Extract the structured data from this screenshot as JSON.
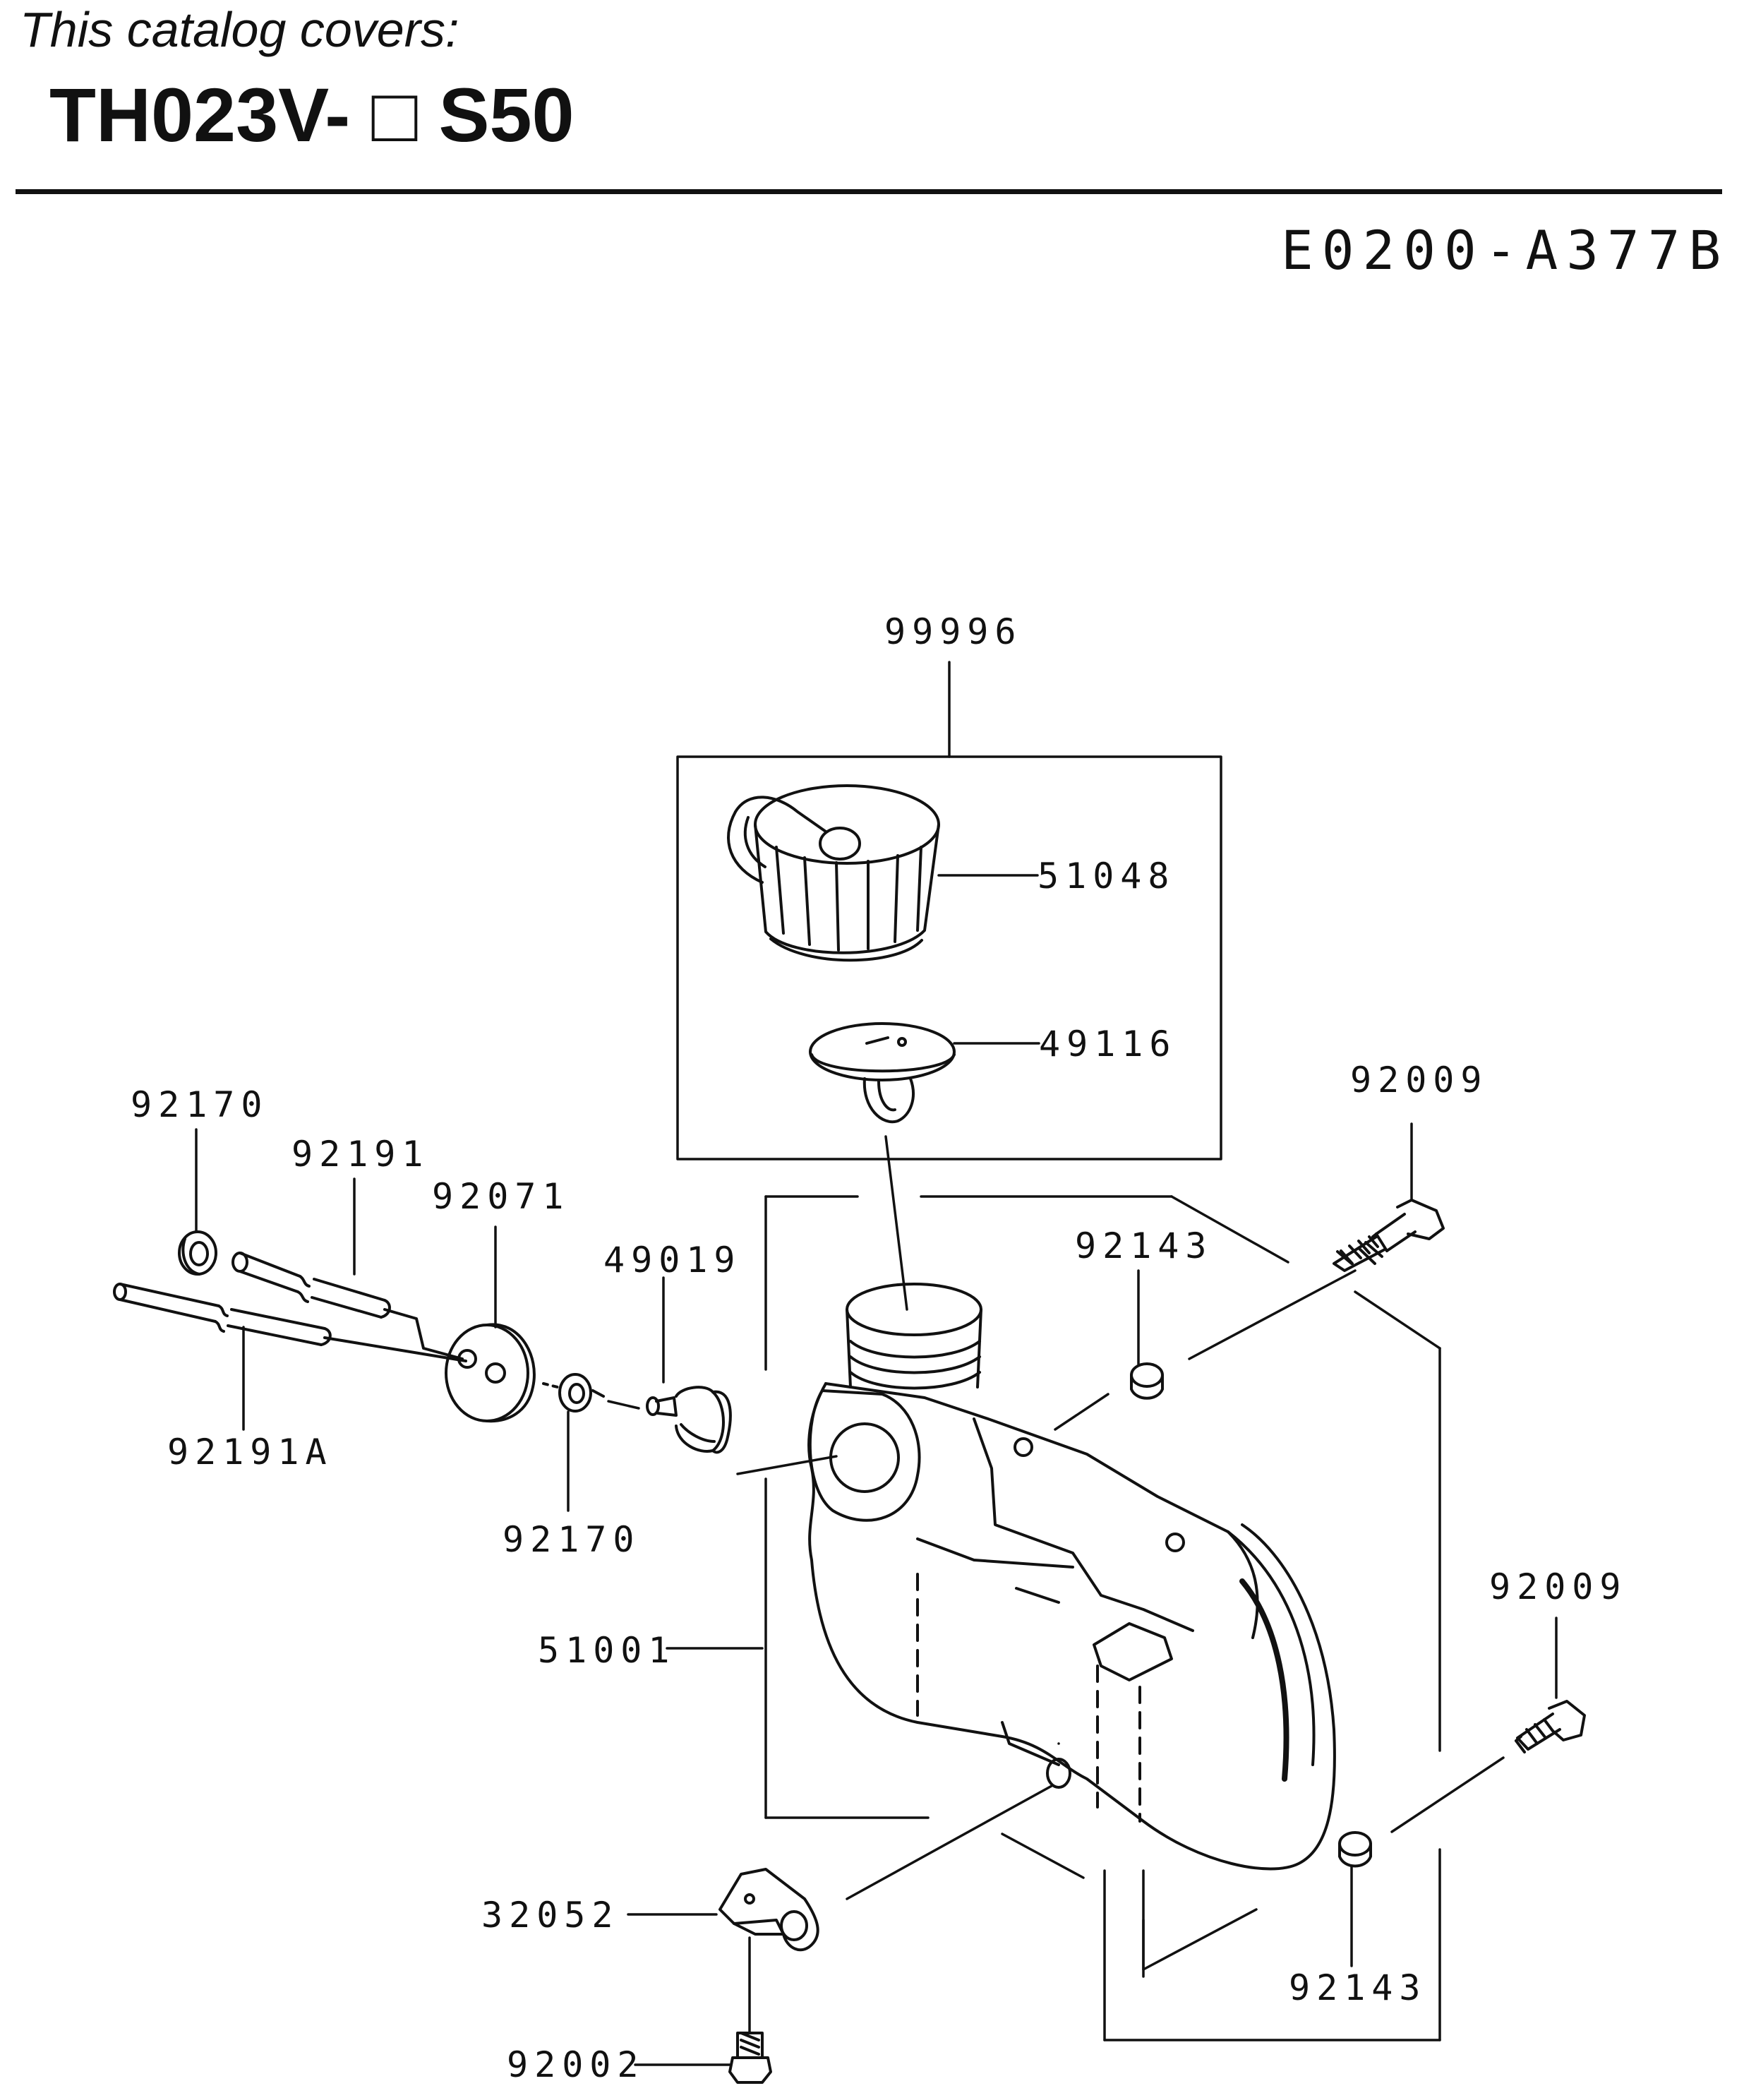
{
  "header": {
    "covers_label": "This catalog covers:",
    "model_code": "TH023V- □ S50",
    "reference_code": "E0200-A377B"
  },
  "parts": {
    "assembly_99996": "99996",
    "fuel_cap": "51048",
    "cap_valve": "49116",
    "bolt_upper": "92009",
    "bolt_lower": "92009",
    "collar_upper": "92143",
    "collar_lower": "92143",
    "clamp_left": "92170",
    "tube_92191": "92191",
    "grommet": "92071",
    "filter": "49019",
    "tube_92191a": "92191A",
    "clamp_center": "92170",
    "fuel_tank": "51001",
    "bracket": "32052",
    "bolt_bottom": "92002"
  },
  "colors": {
    "ink": "#111111",
    "tank_fill": "#ffffff"
  }
}
